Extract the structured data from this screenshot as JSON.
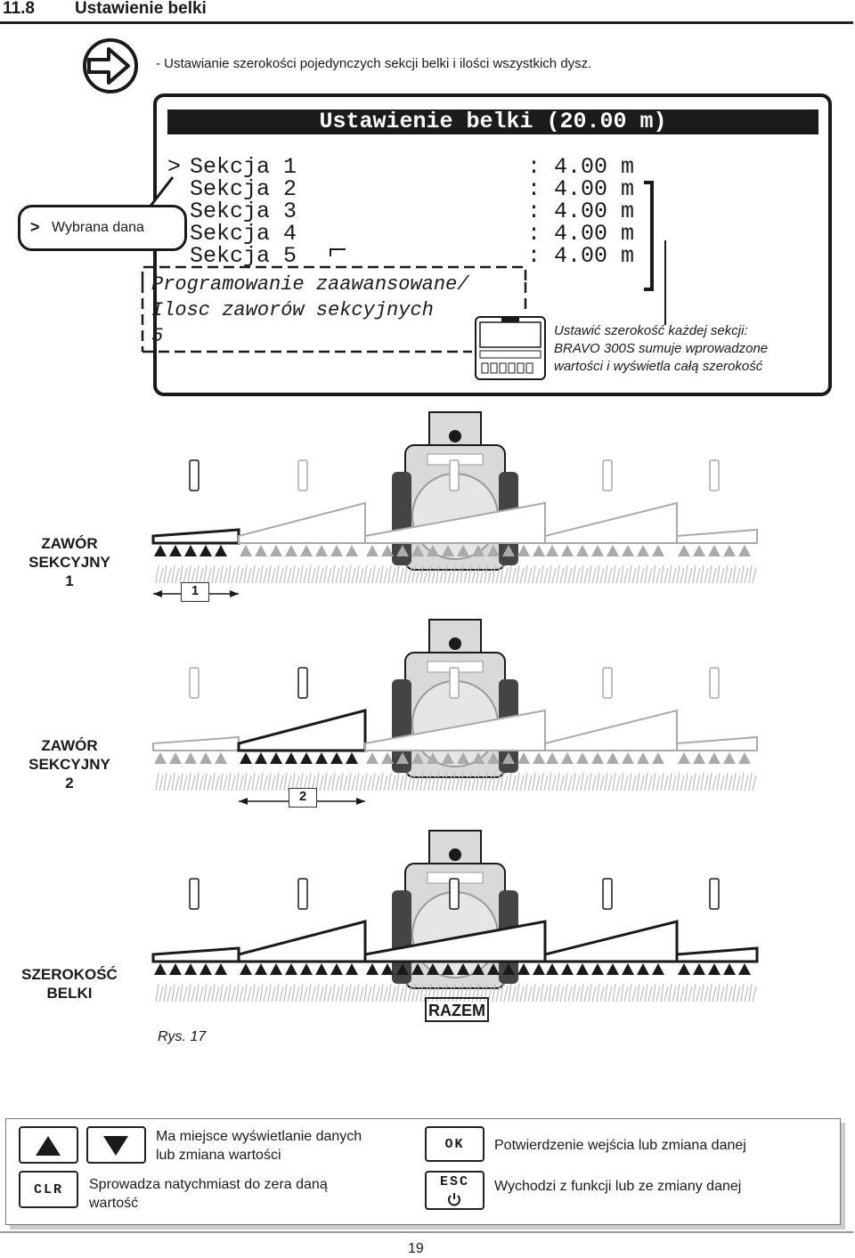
{
  "header": {
    "section_number": "11.8",
    "section_title": "Ustawienie belki"
  },
  "intro_text": "- Ustawianie szerokości pojedynczych sekcji belki i ilości wszystkich dysz.",
  "display": {
    "title": "Ustawienie belki (20.00 m)",
    "cursor": ">",
    "rows": [
      {
        "label": "Sekcja 1",
        "value": ": 4.00 m"
      },
      {
        "label": "Sekcja 2",
        "value": ": 4.00 m"
      },
      {
        "label": "Sekcja 3",
        "value": ": 4.00 m"
      },
      {
        "label": "Sekcja 4",
        "value": ": 4.00 m"
      },
      {
        "label": "Sekcja 5",
        "value": ": 4.00 m"
      }
    ],
    "advanced_line1": "Programowanie zaawansowane/",
    "advanced_line2": "Ilosc zaworów sekcyjnych",
    "advanced_value": "5"
  },
  "callout": {
    "marker": ">",
    "text": "Wybrana dana"
  },
  "note": {
    "line1": "Ustawić szerokość każdej sekcji:",
    "line2": "BRAVO 300S sumuje wprowadzone",
    "line3": "wartości i wyświetla całą szerokość"
  },
  "figure": {
    "panels": [
      {
        "label_line1": "ZAWÓR",
        "label_line2": "SEKCYJNY",
        "label_line3": "1",
        "marker": "1"
      },
      {
        "label_line1": "ZAWÓR",
        "label_line2": "SEKCYJNY",
        "label_line3": "2",
        "marker": "2"
      },
      {
        "label_line1": "SZEROKOŚĆ",
        "label_line2": "BELKI",
        "label_line3": "",
        "marker": "RAZEM"
      }
    ],
    "caption": "Rys. 17"
  },
  "legend": {
    "key_clr": "CLR",
    "key_ok": "OK",
    "key_esc": "ESC",
    "arrows_text_line1": "Ma miejsce wyświetlanie danych",
    "arrows_text_line2": "lub zmiana wartości",
    "clr_text_line1": "Sprowadza natychmiast do zera daną",
    "clr_text_line2": "wartość",
    "ok_text": "Potwierdzenie wejścia lub zmiana danej",
    "esc_text": "Wychodzi z funkcji lub ze zmiany danej"
  },
  "page_number": "19",
  "colors": {
    "ink": "#1a1a1a",
    "tractor": "#d9d9d9",
    "grass": "#bbbbbb"
  }
}
